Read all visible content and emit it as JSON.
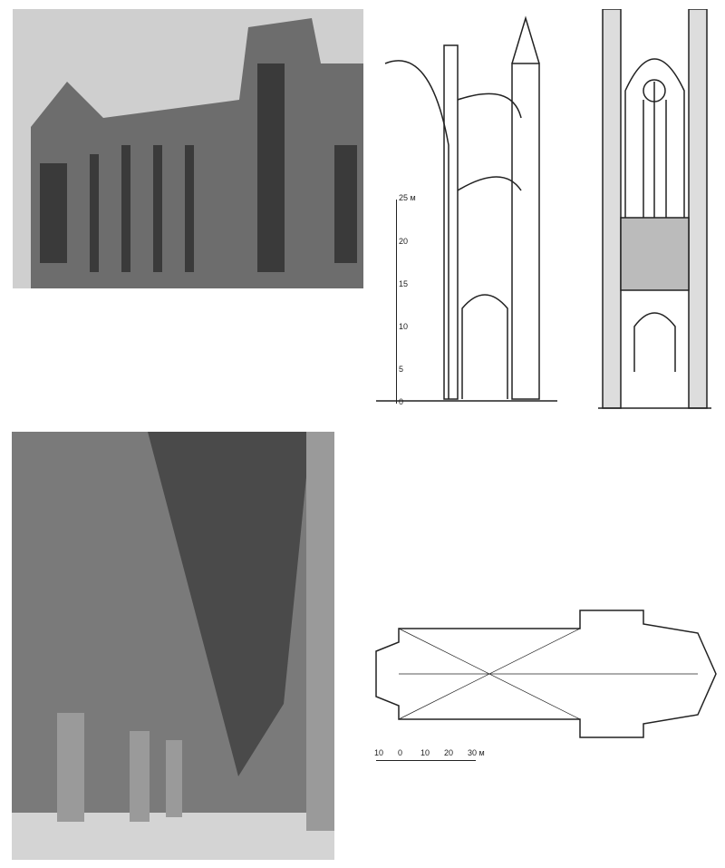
{
  "figures": [
    {
      "id": "exterior-photo",
      "description": "Cathedral exterior, side view with flying buttresses"
    },
    {
      "id": "section-drawing",
      "description": "Cross-section of nave with flying buttresses"
    },
    {
      "id": "elevation-drawing",
      "description": "Bay elevation with tracery window"
    },
    {
      "id": "interior-photo",
      "description": "Cathedral interior nave with ribbed vaults"
    },
    {
      "id": "plan-drawing",
      "description": "Ground plan of cathedral"
    }
  ],
  "section_scale": {
    "labels": [
      "25 м",
      "20",
      "15",
      "10",
      "5",
      "0"
    ]
  },
  "plan_scale": {
    "labels": [
      "10",
      "0",
      "10",
      "20",
      "30 м"
    ]
  }
}
